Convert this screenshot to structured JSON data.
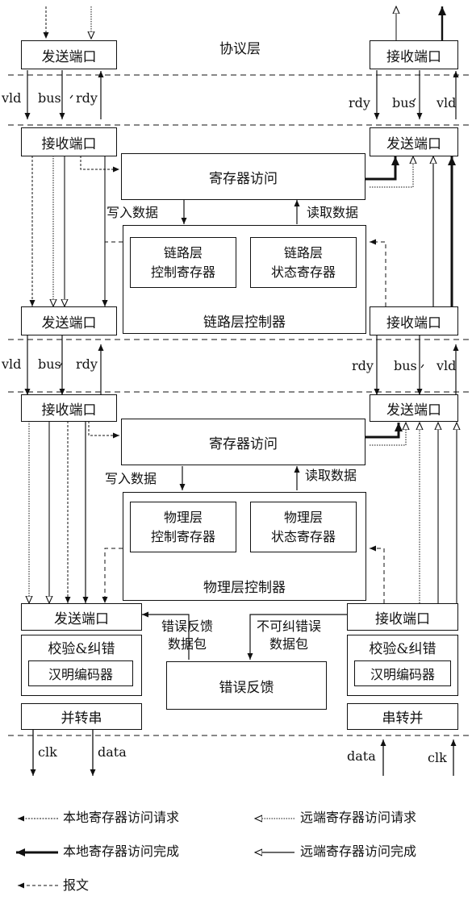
{
  "protocol_layer": "协议层",
  "send_port": "发送端口",
  "recv_port": "接收端口",
  "register_access": "寄存器访问",
  "write_data": "写入数据",
  "read_data": "读取数据",
  "link": {
    "ctrl_reg": [
      "链路层",
      "控制寄存器"
    ],
    "status_reg": [
      "链路层",
      "状态寄存器"
    ],
    "controller": "链路层控制器"
  },
  "phy": {
    "ctrl_reg": [
      "物理层",
      "控制寄存器"
    ],
    "status_reg": [
      "物理层",
      "状态寄存器"
    ],
    "controller": "物理层控制器"
  },
  "signals": {
    "vld": "vld",
    "bus": "bus",
    "rdy": "rdy",
    "clk": "clk",
    "data": "data"
  },
  "ecc": "校验&纠错",
  "hamming": "汉明编码器",
  "p2s": "并转串",
  "s2p": "串转并",
  "error_feedback": "错误反馈",
  "err_fb_packet": [
    "错误反馈",
    "数据包"
  ],
  "uncorrectable_packet": [
    "不可纠错误",
    "数据包"
  ],
  "legend": {
    "local_req": "本地寄存器访问请求",
    "remote_req": "远端寄存器访问请求",
    "local_done": "本地寄存器访问完成",
    "remote_done": "远端寄存器访问完成",
    "packet": "报文"
  }
}
